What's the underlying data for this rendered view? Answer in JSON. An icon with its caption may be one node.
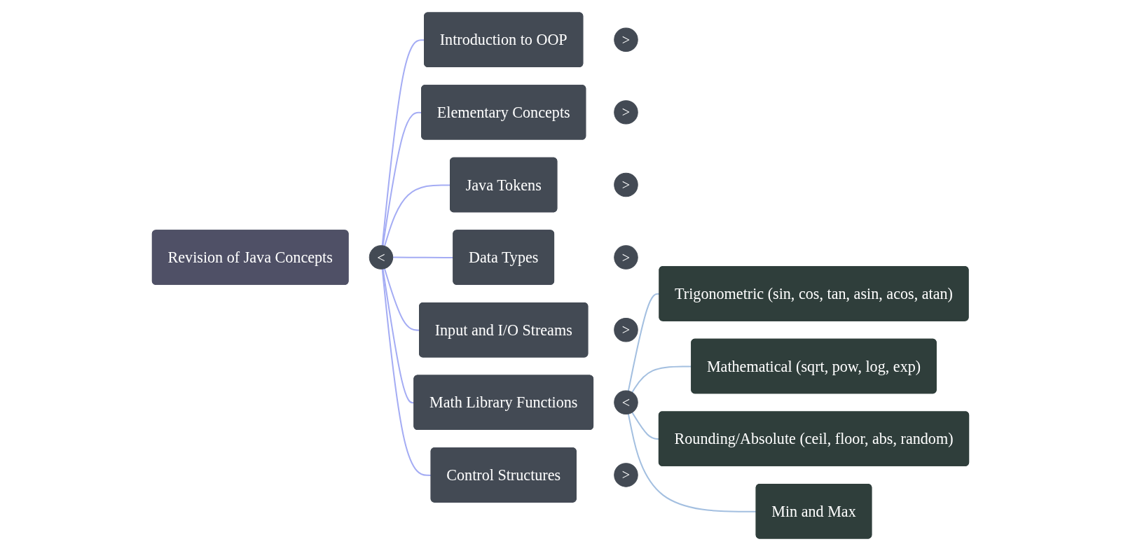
{
  "diagram": {
    "nodes": [
      {
        "text": [
          "Revision of Java Concepts"
        ]
      },
      {
        "text": [
          "<"
        ]
      },
      {
        "text": [
          "Introduction to OOP"
        ]
      },
      {
        "text": [
          ">"
        ]
      },
      {
        "text": [
          "Elementary Concepts"
        ]
      },
      {
        "text": [
          ">"
        ]
      },
      {
        "text": [
          "Java Tokens"
        ]
      },
      {
        "text": [
          ">"
        ]
      },
      {
        "text": [
          "Data Types"
        ]
      },
      {
        "text": [
          ">"
        ]
      },
      {
        "text": [
          "Input and I/O Streams"
        ]
      },
      {
        "text": [
          ">"
        ]
      },
      {
        "text": [
          "Math Library Functions"
        ]
      },
      {
        "text": [
          "<"
        ]
      },
      {
        "text": [
          "Trigonometric (sin, cos, tan, asin, acos, atan)"
        ]
      },
      {
        "text": [
          "Mathematical (sqrt, pow, log, exp)"
        ]
      },
      {
        "text": [
          "Rounding/Absolute (ceil, floor, abs, random)"
        ]
      },
      {
        "text": [
          "Min and Max"
        ]
      },
      {
        "text": [
          "Control Structures"
        ]
      },
      {
        "text": [
          ">"
        ]
      }
    ],
    "edges": [
      {
        "from": 1,
        "to": 2,
        "arrow": "none"
      },
      {
        "from": 1,
        "to": 4,
        "arrow": "none"
      },
      {
        "from": 1,
        "to": 6,
        "arrow": "none"
      },
      {
        "from": 1,
        "to": 8,
        "arrow": "none"
      },
      {
        "from": 1,
        "to": 10,
        "arrow": "none"
      },
      {
        "from": 1,
        "to": 12,
        "arrow": "none"
      },
      {
        "from": 1,
        "to": 18,
        "arrow": "none"
      },
      {
        "from": 13,
        "to": 14,
        "arrow": "none",
        "color": "#a3bfe0"
      },
      {
        "from": 13,
        "to": 15,
        "arrow": "none",
        "color": "#a3bfe0"
      },
      {
        "from": 13,
        "to": 16,
        "arrow": "none",
        "color": "#a3bfe0"
      },
      {
        "from": 13,
        "to": 17,
        "arrow": "none",
        "color": "#a3bfe0"
      }
    ]
  }
}
